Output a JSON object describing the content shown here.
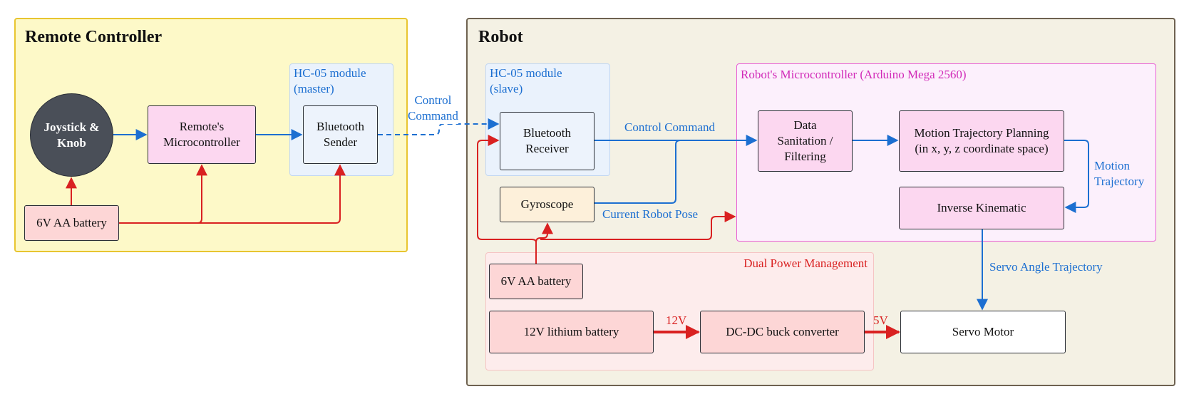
{
  "colors": {
    "blue_arrow": "#1c6fd1",
    "red_arrow": "#d92121",
    "remote_panel_fill": "#fdf9c8",
    "remote_panel_border": "#e8c530",
    "robot_panel_fill": "#f4f1e4",
    "robot_panel_border": "#6e6250",
    "hc05_fill": "#eaf2fc",
    "mcu_group_fill": "#fcf0fc",
    "mcu_group_border": "#e85fd4",
    "power_group_fill": "#fdecec",
    "joystick_fill": "#4a4f58"
  },
  "remote": {
    "title": "Remote Controller",
    "joystick": "Joystick &\nKnob",
    "microcontroller": "Remote's\nMicrocontroller",
    "hc05_title": "HC-05 module\n(master)",
    "bt_sender": "Bluetooth\nSender",
    "battery": "6V AA battery"
  },
  "robot": {
    "title": "Robot",
    "hc05_title": "HC-05 module\n(slave)",
    "bt_receiver": "Bluetooth\nReceiver",
    "gyroscope": "Gyroscope",
    "mcu_title": "Robot's Microcontroller (Arduino Mega 2560)",
    "data_sanitation": "Data\nSanitation /\nFiltering",
    "motion_planning": "Motion Trajectory Planning\n(in x, y, z coordinate space)",
    "inverse_kinematic": "Inverse Kinematic",
    "power_title": "Dual Power Management",
    "aa_battery": "6V AA battery",
    "lithium_battery": "12V lithium battery",
    "buck_converter": "DC-DC buck converter",
    "servo_motor": "Servo Motor"
  },
  "labels": {
    "control_command_wireless": "Control\nCommand",
    "control_command": "Control Command",
    "current_pose": "Current Robot Pose",
    "motion_trajectory": "Motion\nTrajectory",
    "servo_angle": "Servo Angle Trajectory",
    "v12": "12V",
    "v5": "5V"
  }
}
